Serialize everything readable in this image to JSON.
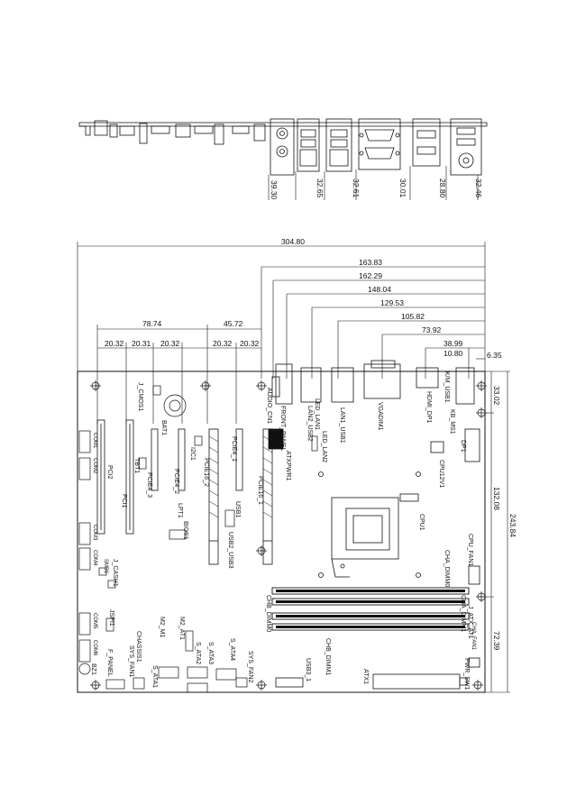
{
  "io_panel": {
    "heights": [
      "39.30",
      "32.65",
      "32.61",
      "30.01",
      "28.80",
      "32.46"
    ]
  },
  "dimensions": {
    "board_width": "304.80",
    "rear_io": [
      "163.83",
      "162.29",
      "148.04",
      "129.53",
      "105.82",
      "73.92",
      "38.99",
      "10.80",
      "6.35"
    ],
    "slot_group_a": "78.74",
    "slot_group_b": "45.72",
    "slot_spacing": [
      "20.32",
      "20.31",
      "20.32",
      "20.32",
      "20.32"
    ],
    "right_side": [
      "33.02",
      "132.08",
      "243.84",
      "72.39"
    ]
  },
  "labels": {
    "audio": "AUDIO_CN1",
    "front_panel": "FRONT_PANEL",
    "lan2": "LAN2_USB2",
    "led_lan1": "LED_LAN1",
    "led_lan2": "LED_LAN2",
    "lan1": "LAN1_USB1",
    "vga": "VGADIM1",
    "hdmi": "HDMI_DP1",
    "kms": "K/M_USB1",
    "kms_ms": "KB_MS1",
    "dp1": "DP1",
    "cpu12v": "CPU12V1",
    "cpu1": "CPU1",
    "cpu_fan": "CPU_FAN1",
    "cha_dimm0": "CHA_DIMM0",
    "cha_dimm1": "CHA_DIMM1",
    "chb_dimm0": "CHB_DIMM0",
    "chb_dimm1": "CHB_DIMM1",
    "atx_pwr": "ATXPWR1",
    "atx1": "ATX1",
    "usb3": "USB3_1",
    "pcie16_1": "PCIE16_1",
    "pcie16_2": "PCIE16_2",
    "pcie4_1": "PCIE4_1",
    "pcie4_2": "PCIE4_2",
    "pcie4_3": "PCIE4_3",
    "pci1": "PCI1",
    "pci2": "PCI2",
    "i2c": "I2C1",
    "lpt1": "LPT1",
    "tbt1": "TBT1",
    "bat1": "BAT1",
    "j_cmos": "J_CMOS1",
    "usb2_usb3": "USB2_USB3",
    "usb1": "USB1",
    "bios": "BIOS1",
    "m2": "M2_M1",
    "m2_atl": "M2_AT1",
    "sata1": "S_ATA1",
    "sata2": "S_ATA2",
    "sata3": "S_ATA3",
    "sata4": "S_ATA4",
    "sys_fan1": "SYS_FAN1",
    "sys_fan2": "SYS_FAN2",
    "chassis": "CHASSIS1",
    "f_panel": "F_PANEL",
    "jspi": "JSPI1",
    "cash1": "J_CASH1",
    "com": [
      "COM1",
      "COM2",
      "COM3",
      "COM4",
      "COM5",
      "COM6"
    ],
    "smb": "SMB1",
    "bz1": "BZ1",
    "pwr_sw": "PWR_SW1",
    "j_atx": "J_ATX_AT1",
    "cha_fan": "CHA_FAN1"
  }
}
